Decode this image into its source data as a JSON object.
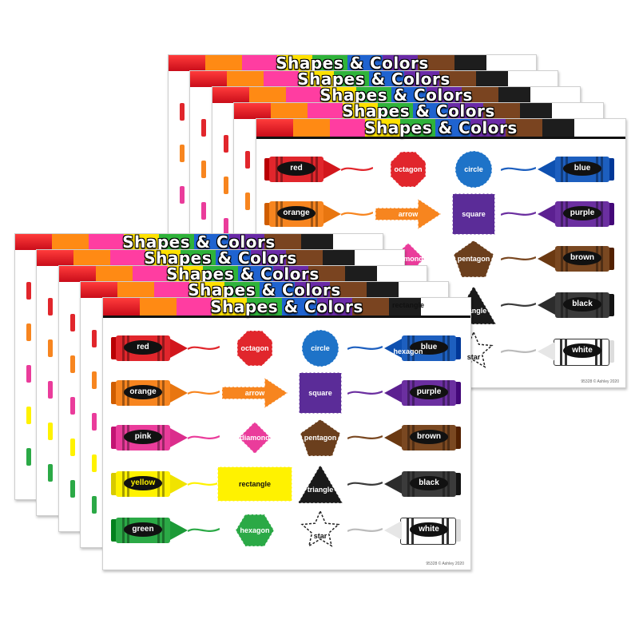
{
  "title": "Shapes & Colors",
  "copyright": "95328 © Ashley 2020",
  "colors": {
    "red": "#e1262c",
    "orange": "#f7851f",
    "pink": "#ea3c9b",
    "yellow": "#fff200",
    "green": "#2ba946",
    "blue": "#1d5fbf",
    "purple": "#6b2fa0",
    "brown": "#7a4821",
    "black": "#3b3b3b",
    "white": "#ffffff",
    "shape_blue": "#1e73c8",
    "shape_purple": "#5b2c98",
    "shape_brown": "#6b3f1d"
  },
  "crayons_left": [
    {
      "label": "red",
      "color": "red"
    },
    {
      "label": "orange",
      "color": "orange"
    },
    {
      "label": "pink",
      "color": "pink"
    },
    {
      "label": "yellow",
      "color": "yellow"
    },
    {
      "label": "green",
      "color": "green"
    }
  ],
  "shapes_left": [
    {
      "label": "octagon",
      "shape": "octagon-icon"
    },
    {
      "label": "arrow",
      "shape": "arrow-icon"
    },
    {
      "label": "diamond",
      "shape": "diamond-icon"
    },
    {
      "label": "rectangle",
      "shape": "rectangle-icon"
    },
    {
      "label": "hexagon",
      "shape": "hexagon-icon"
    }
  ],
  "shapes_right": [
    {
      "label": "circle",
      "shape": "circle-icon"
    },
    {
      "label": "square",
      "shape": "square-icon"
    },
    {
      "label": "pentagon",
      "shape": "pentagon-icon"
    },
    {
      "label": "triangle",
      "shape": "triangle-icon"
    },
    {
      "label": "star",
      "shape": "star-icon"
    }
  ],
  "crayons_right": [
    {
      "label": "blue",
      "color": "blue"
    },
    {
      "label": "purple",
      "color": "purple"
    },
    {
      "label": "brown",
      "color": "brown"
    },
    {
      "label": "black",
      "color": "black"
    },
    {
      "label": "white",
      "color": "white"
    }
  ]
}
